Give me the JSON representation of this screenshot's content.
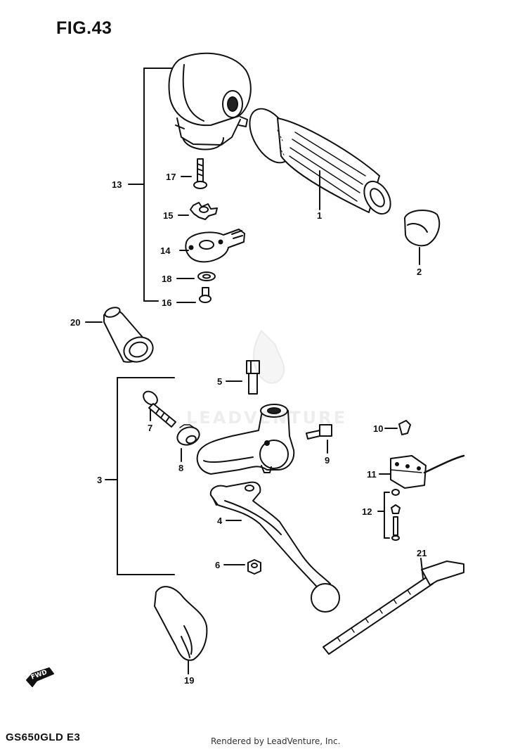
{
  "figure": {
    "title": "FIG.43",
    "model_code": "GS650GLD  E3",
    "credit": "Rendered by LeadVenture, Inc.",
    "watermark": "LEADVENTURE",
    "direction_label": "FWD"
  },
  "callouts": [
    {
      "id": "c1",
      "label": "1"
    },
    {
      "id": "c2",
      "label": "2"
    },
    {
      "id": "c3",
      "label": "3"
    },
    {
      "id": "c4",
      "label": "4"
    },
    {
      "id": "c5",
      "label": "5"
    },
    {
      "id": "c6",
      "label": "6"
    },
    {
      "id": "c7",
      "label": "7"
    },
    {
      "id": "c8",
      "label": "8"
    },
    {
      "id": "c9",
      "label": "9"
    },
    {
      "id": "c10",
      "label": "10"
    },
    {
      "id": "c11",
      "label": "11"
    },
    {
      "id": "c12",
      "label": "12"
    },
    {
      "id": "c13",
      "label": "13"
    },
    {
      "id": "c14",
      "label": "14"
    },
    {
      "id": "c15",
      "label": "15"
    },
    {
      "id": "c16",
      "label": "16"
    },
    {
      "id": "c17",
      "label": "17"
    },
    {
      "id": "c18",
      "label": "18"
    },
    {
      "id": "c19",
      "label": "19"
    },
    {
      "id": "c20",
      "label": "20"
    },
    {
      "id": "c21",
      "label": "21"
    }
  ]
}
